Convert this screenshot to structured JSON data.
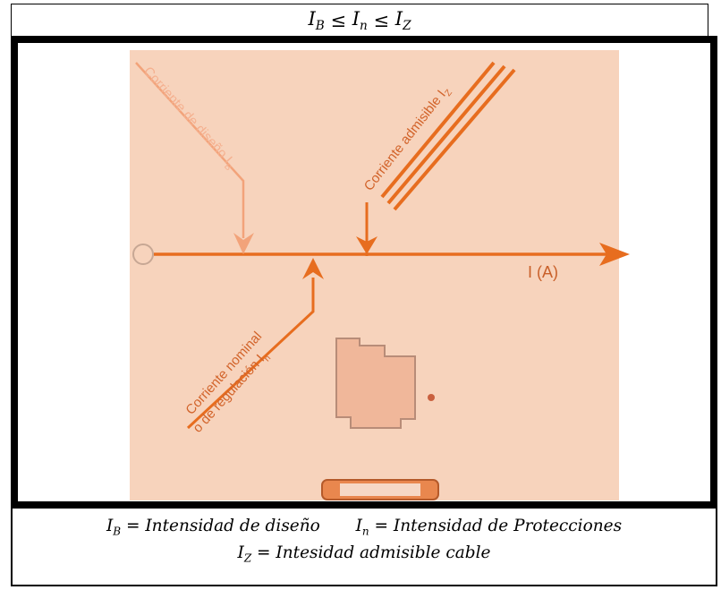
{
  "header": {
    "formula_ib": "B",
    "formula_in": "n",
    "formula_iz": "Z"
  },
  "diagram": {
    "label_design_current": "Corriente de diseño I",
    "label_design_sub": "B",
    "label_admissible_current": "Corriente admisible I",
    "label_admissible_sub": "Z",
    "label_nominal_line1": "Corriente nominal",
    "label_nominal_line2": "o de regulación I",
    "label_nominal_sub": "n",
    "axis_label": "I (A)",
    "colors": {
      "background": "#f7d3bc",
      "arrow": "#e76d1f",
      "light_arrow": "#f2a37a",
      "device": "#f0b79a"
    }
  },
  "legend": {
    "ib_def": "I",
    "ib_sub": "B",
    "ib_text": " = Intensidad de diseño",
    "in_def": "I",
    "in_sub": "n",
    "in_text": " = Intensidad de Protecciones",
    "iz_def": "I",
    "iz_sub": "Z",
    "iz_text": " = Intesidad admisible cable"
  }
}
